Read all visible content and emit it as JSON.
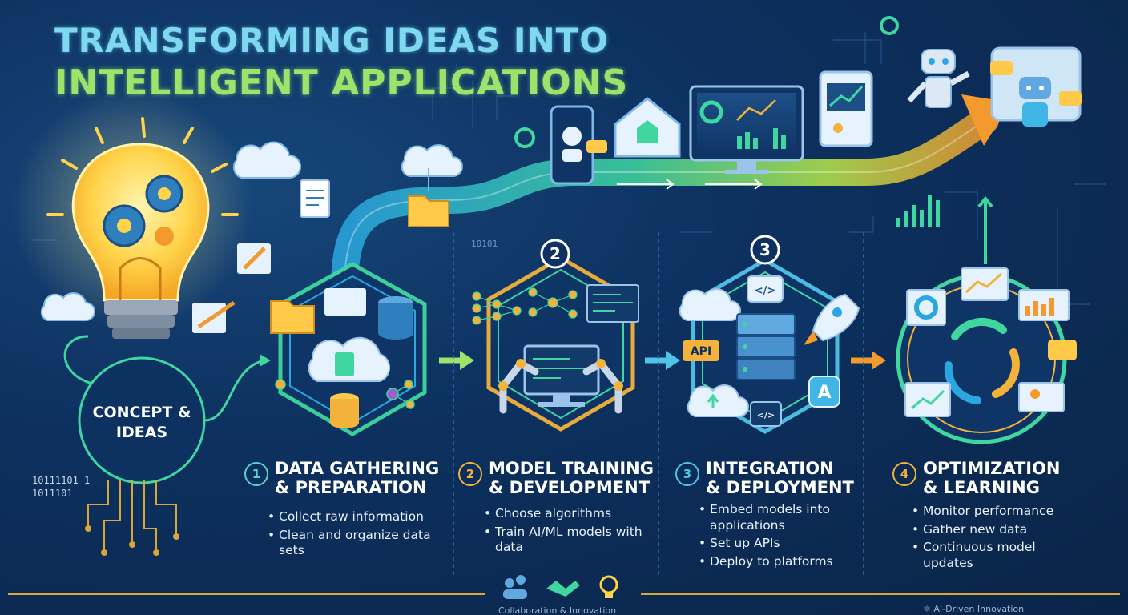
{
  "title": {
    "line1": "TRANSFORMING IDEAS INTO",
    "line2": "INTELLIGENT APPLICATIONS"
  },
  "concept": {
    "line1": "CONCEPT &",
    "line2": "IDEAS"
  },
  "stages": [
    {
      "number": "1",
      "title_line1": "DATA GATHERING",
      "title_line2": "& PREPARATION",
      "bullets": [
        "Collect raw information",
        "Clean and organize data sets"
      ]
    },
    {
      "number": "2",
      "title_line1": "MODEL TRAINING",
      "title_line2": "& DEVELOPMENT",
      "bullets": [
        "Choose algorithms",
        "Train AI/ML models with data"
      ]
    },
    {
      "number": "3",
      "title_line1": "INTEGRATION",
      "title_line2": "& DEPLOYMENT",
      "bullets": [
        "Embed models into applications",
        "Set up APIs",
        "Deploy to platforms"
      ]
    },
    {
      "number": "4",
      "title_line1": "OPTIMIZATION",
      "title_line2": "& LEARNING",
      "bullets": [
        "Monitor performance",
        "Gather new data",
        "Continuous model updates"
      ]
    }
  ],
  "hex_badges": [
    "2",
    "3"
  ],
  "icon_labels": {
    "api": "API",
    "code": "</>",
    "app_letter": "A"
  },
  "binary": {
    "left": "10111101 1",
    "left2": "1011101",
    "mid": "10101"
  },
  "footer": {
    "left": "Collaboration & Innovation",
    "right": "AI-Driven Innovation"
  },
  "colors": {
    "title_cyan": "#7fd8ee",
    "title_green": "#9be36a",
    "stage1": "#5fd0c8",
    "stage2": "#f2b23b",
    "stage3": "#4fc3e8",
    "stage4": "#f2b23b",
    "arrow_orange": "#f29a2e",
    "arrow_cyan": "#3fb6e6"
  },
  "icons": [
    "lightbulb-icon",
    "gear-icon",
    "cloud-icon",
    "document-icon",
    "pencil-icon",
    "folder-icon",
    "database-icon",
    "neural-network-icon",
    "robot-arm-icon",
    "monitor-icon",
    "server-stack-icon",
    "rocket-icon",
    "smartphone-icon",
    "smart-home-icon",
    "dashboard-icon",
    "chart-icon",
    "robot-icon",
    "chat-bubble-icon",
    "cycle-arrows-icon",
    "collaboration-icon",
    "handshake-icon",
    "idea-icon"
  ]
}
